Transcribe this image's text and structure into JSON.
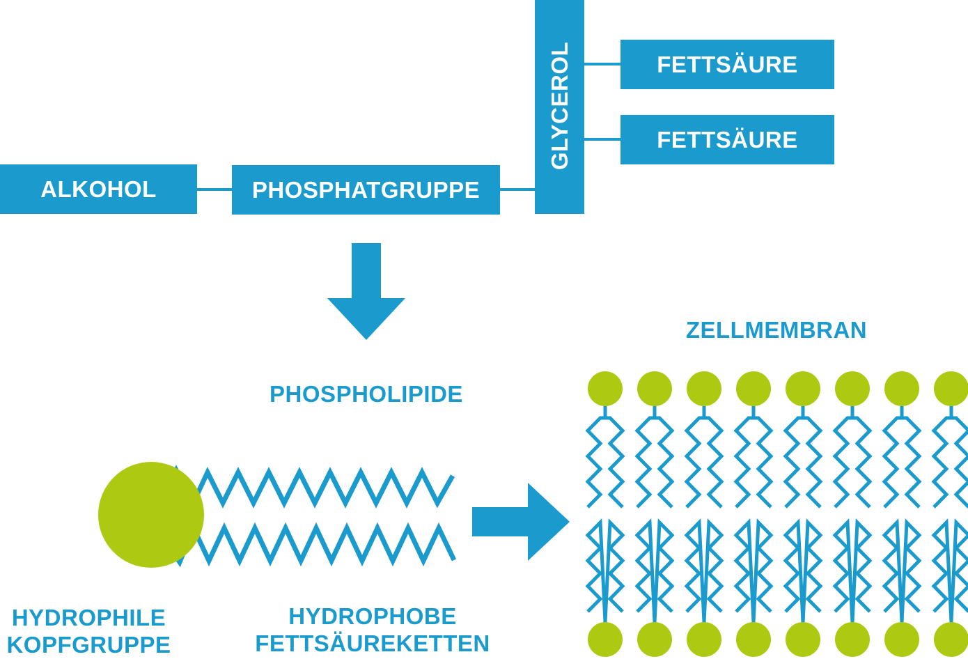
{
  "colors": {
    "accent_blue": "#1a9acd",
    "head_green": "#aec912",
    "box_text": "#ffffff",
    "background": "#ffffff"
  },
  "structure": {
    "alkohol": "ALKOHOL",
    "phosphatgruppe": "PHOSPHATGRUPPE",
    "glycerol": "GLYCEROL",
    "fettsaeure_1": "FETTSÄURE",
    "fettsaeure_2": "FETTSÄURE"
  },
  "labels": {
    "phospholipide": "PHOSPHOLIPIDE",
    "zellmembran": "ZELLMEMBRAN",
    "hydrophile_line1": "HYDROPHILE",
    "hydrophile_line2": "KOPFGRUPPE",
    "hydrophobe_line1": "HYDROPHOBE",
    "hydrophobe_line2": "FETTSÄUREKETTEN"
  },
  "icons": {
    "down_arrow": "arrow-down-icon",
    "right_arrow": "arrow-right-icon"
  },
  "membrane": {
    "columns": 8,
    "layers": 2
  }
}
